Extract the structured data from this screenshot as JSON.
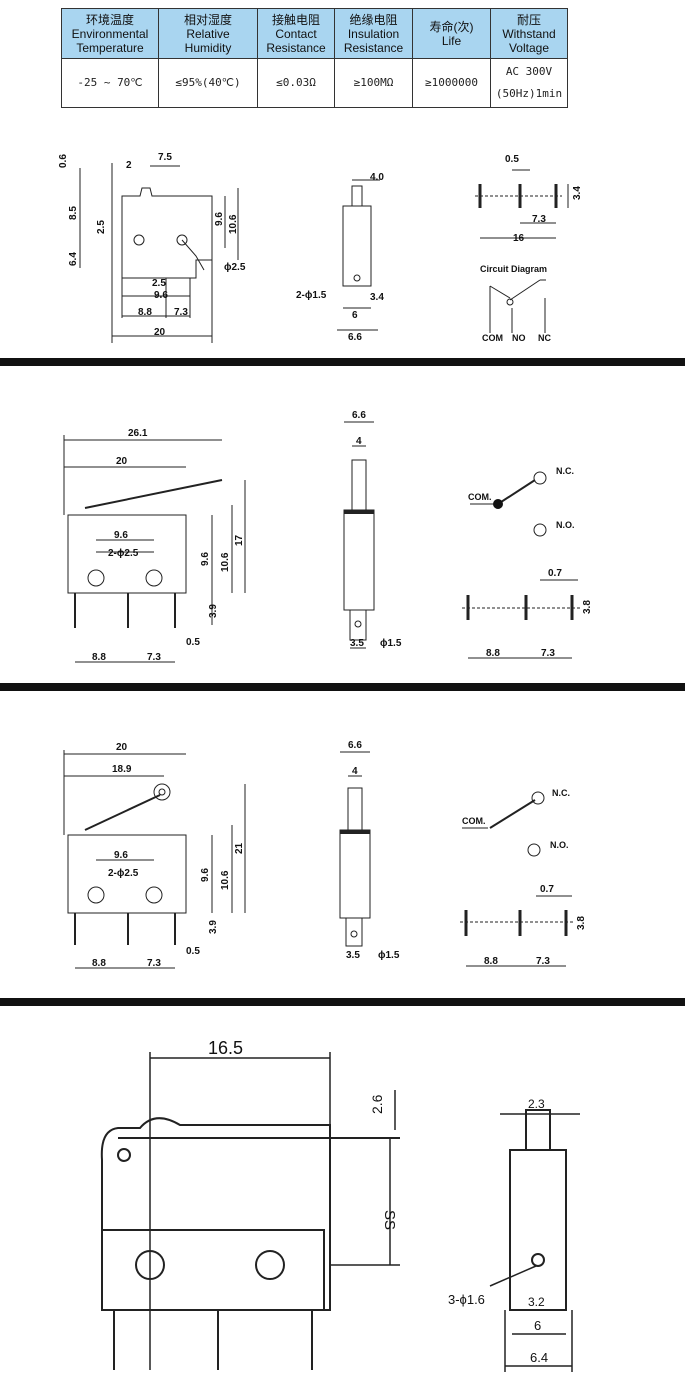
{
  "table": {
    "headers": [
      [
        "环境温度",
        "Environmental",
        "Temperature"
      ],
      [
        "相对湿度",
        "Relative",
        "Humidity"
      ],
      [
        "接触电阻",
        "Contact",
        "Resistance"
      ],
      [
        "绝缘电阻",
        "Insulation",
        "Resistance"
      ],
      [
        "寿命(次)",
        "Life"
      ],
      [
        "耐压",
        "Withstand",
        "Voltage"
      ]
    ],
    "values": [
      [
        "-25 ~ 70℃"
      ],
      [
        "≤95%(40℃)"
      ],
      [
        "≤0.03Ω"
      ],
      [
        "≥100MΩ"
      ],
      [
        "≥1000000"
      ],
      [
        "AC 300V",
        "(50Hz)1min"
      ]
    ]
  },
  "drawing1": {
    "front": {
      "d06": "0.6",
      "d2": "2",
      "d75": "7.5",
      "d85": "8.5",
      "d25a": "2.5",
      "d64": "6.4",
      "d96": "9.6",
      "d106": "10.6",
      "phi25": "ϕ2.5",
      "d25b": "2.5",
      "d96b": "9.6",
      "d88": "8.8",
      "d73": "7.3",
      "d20": "20"
    },
    "side": {
      "d40": "4.0",
      "phi15": "2-ϕ1.5",
      "d34": "3.4",
      "d6": "6",
      "d66": "6.6"
    },
    "pins": {
      "d05": "0.5",
      "d34": "3.4",
      "d73": "7.3",
      "d16": "16"
    },
    "circuit": {
      "title": "Circuit Diagram",
      "com": "COM",
      "no": "NO",
      "nc": "NC"
    }
  },
  "drawing2": {
    "front": {
      "d261": "26.1",
      "d20": "20",
      "d96a": "9.6",
      "phi25": "2-ϕ2.5",
      "d96b": "9.6",
      "d106": "10.6",
      "d17": "17",
      "d39": "3.9",
      "d05": "0.5",
      "d88": "8.8",
      "d73": "7.3"
    },
    "side": {
      "d66": "6.6",
      "d4": "4",
      "d35": "3.5",
      "phi15": "ϕ1.5"
    },
    "circuit": {
      "com": "COM.",
      "nc": "N.C.",
      "no": "N.O."
    },
    "pins": {
      "d07": "0.7",
      "d38": "3.8",
      "d88": "8.8",
      "d73": "7.3"
    }
  },
  "drawing3": {
    "front": {
      "d20": "20",
      "d189": "18.9",
      "d96a": "9.6",
      "phi25": "2-ϕ2.5",
      "d96b": "9.6",
      "d106": "10.6",
      "d21": "21",
      "d39": "3.9",
      "d05": "0.5",
      "d88": "8.8",
      "d73": "7.3"
    },
    "side": {
      "d66": "6.6",
      "d4": "4",
      "d35": "3.5",
      "phi15": "ϕ1.5"
    },
    "circuit": {
      "com": "COM.",
      "nc": "N.C.",
      "no": "N.O."
    },
    "pins": {
      "d07": "0.7",
      "d38": "3.8",
      "d88": "8.8",
      "d73": "7.3"
    }
  },
  "drawing4": {
    "front": {
      "d165": "16.5",
      "d26": "2.6",
      "dss": "SS"
    },
    "side": {
      "d23": "2.3",
      "phi16": "3-ϕ1.6",
      "d32": "3.2",
      "d6": "6",
      "d64": "6.4"
    }
  }
}
